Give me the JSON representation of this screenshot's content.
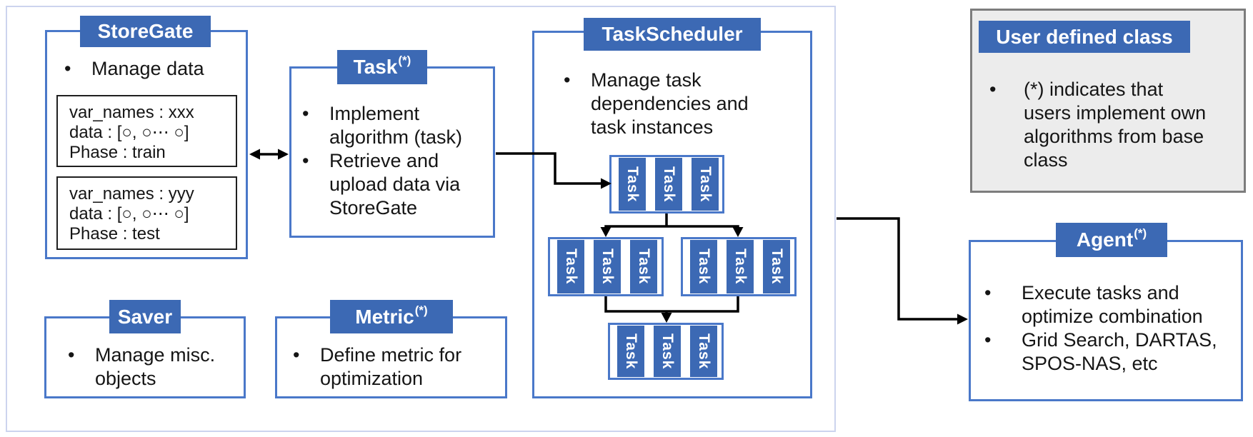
{
  "bullet_char": "•",
  "colors": {
    "blue_fill": "#3c69b4",
    "blue_border": "#4a78c9",
    "container_border": "#ccd4ee",
    "legend_fill": "#ececec",
    "legend_border": "#7d7d7d",
    "arrow_color": "#000000",
    "text_color": "#151515"
  },
  "storegate": {
    "title": "StoreGate",
    "bullets": [
      "Manage data"
    ],
    "records": [
      {
        "lines": [
          "var_names : xxx",
          "data : [○, ○⋯ ○]",
          "Phase : train"
        ]
      },
      {
        "lines": [
          "var_names : yyy",
          "data : [○, ○⋯ ○]",
          "Phase : test"
        ]
      }
    ]
  },
  "task": {
    "title": "Task",
    "sup": "(*)",
    "bullets": [
      "Implement\nalgorithm (task)",
      "Retrieve and\nupload data via\nStoreGate"
    ]
  },
  "taskscheduler": {
    "title": "TaskScheduler",
    "bullets": [
      "Manage task\ndependencies and\ntask instances"
    ],
    "block_label": "Task"
  },
  "saver": {
    "title": "Saver",
    "bullets": [
      "Manage misc.\nobjects"
    ]
  },
  "metric": {
    "title": "Metric",
    "sup": "(*)",
    "bullets": [
      "Define metric for\noptimization"
    ]
  },
  "legend": {
    "title": "User defined class",
    "bullets": [
      "(*) indicates that\nusers implement own\nalgorithms from base\nclass"
    ]
  },
  "agent": {
    "title": "Agent",
    "sup": "(*)",
    "bullets": [
      "Execute tasks and\noptimize combination",
      "Grid Search, DARTAS,\nSPOS-NAS, etc"
    ]
  }
}
